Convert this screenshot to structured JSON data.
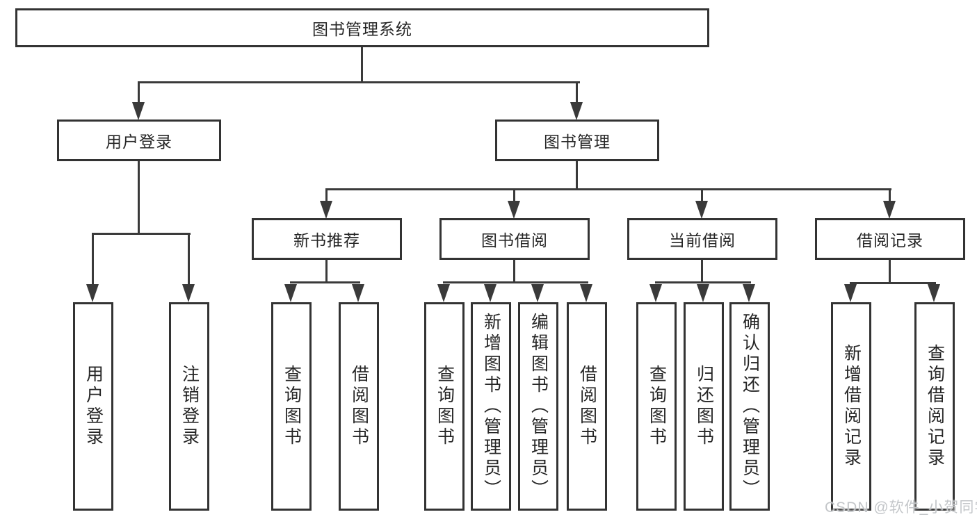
{
  "tree": {
    "root": {
      "label": "图书管理系统"
    },
    "user_login": {
      "label": "用户登录",
      "children": [
        {
          "label": "用户登录"
        },
        {
          "label": "注销登录"
        }
      ]
    },
    "book_mgmt": {
      "label": "图书管理"
    },
    "new_books": {
      "label": "新书推荐",
      "children": [
        {
          "label": "查询图书"
        },
        {
          "label": "借阅图书"
        }
      ]
    },
    "book_borrow": {
      "label": "图书借阅",
      "children": [
        {
          "label": "查询图书"
        },
        {
          "label": "新增图书（管理员）"
        },
        {
          "label": "编辑图书（管理员）"
        },
        {
          "label": "借阅图书"
        }
      ]
    },
    "current_borrow": {
      "label": "当前借阅",
      "children": [
        {
          "label": "查询图书"
        },
        {
          "label": "归还图书"
        },
        {
          "label": "确认归还（管理员）"
        }
      ]
    },
    "borrow_records": {
      "label": "借阅记录",
      "children": [
        {
          "label": "新增借阅记录"
        },
        {
          "label": "查询借阅记录"
        }
      ]
    }
  },
  "watermark": "CSDN @软件_小贺同学"
}
